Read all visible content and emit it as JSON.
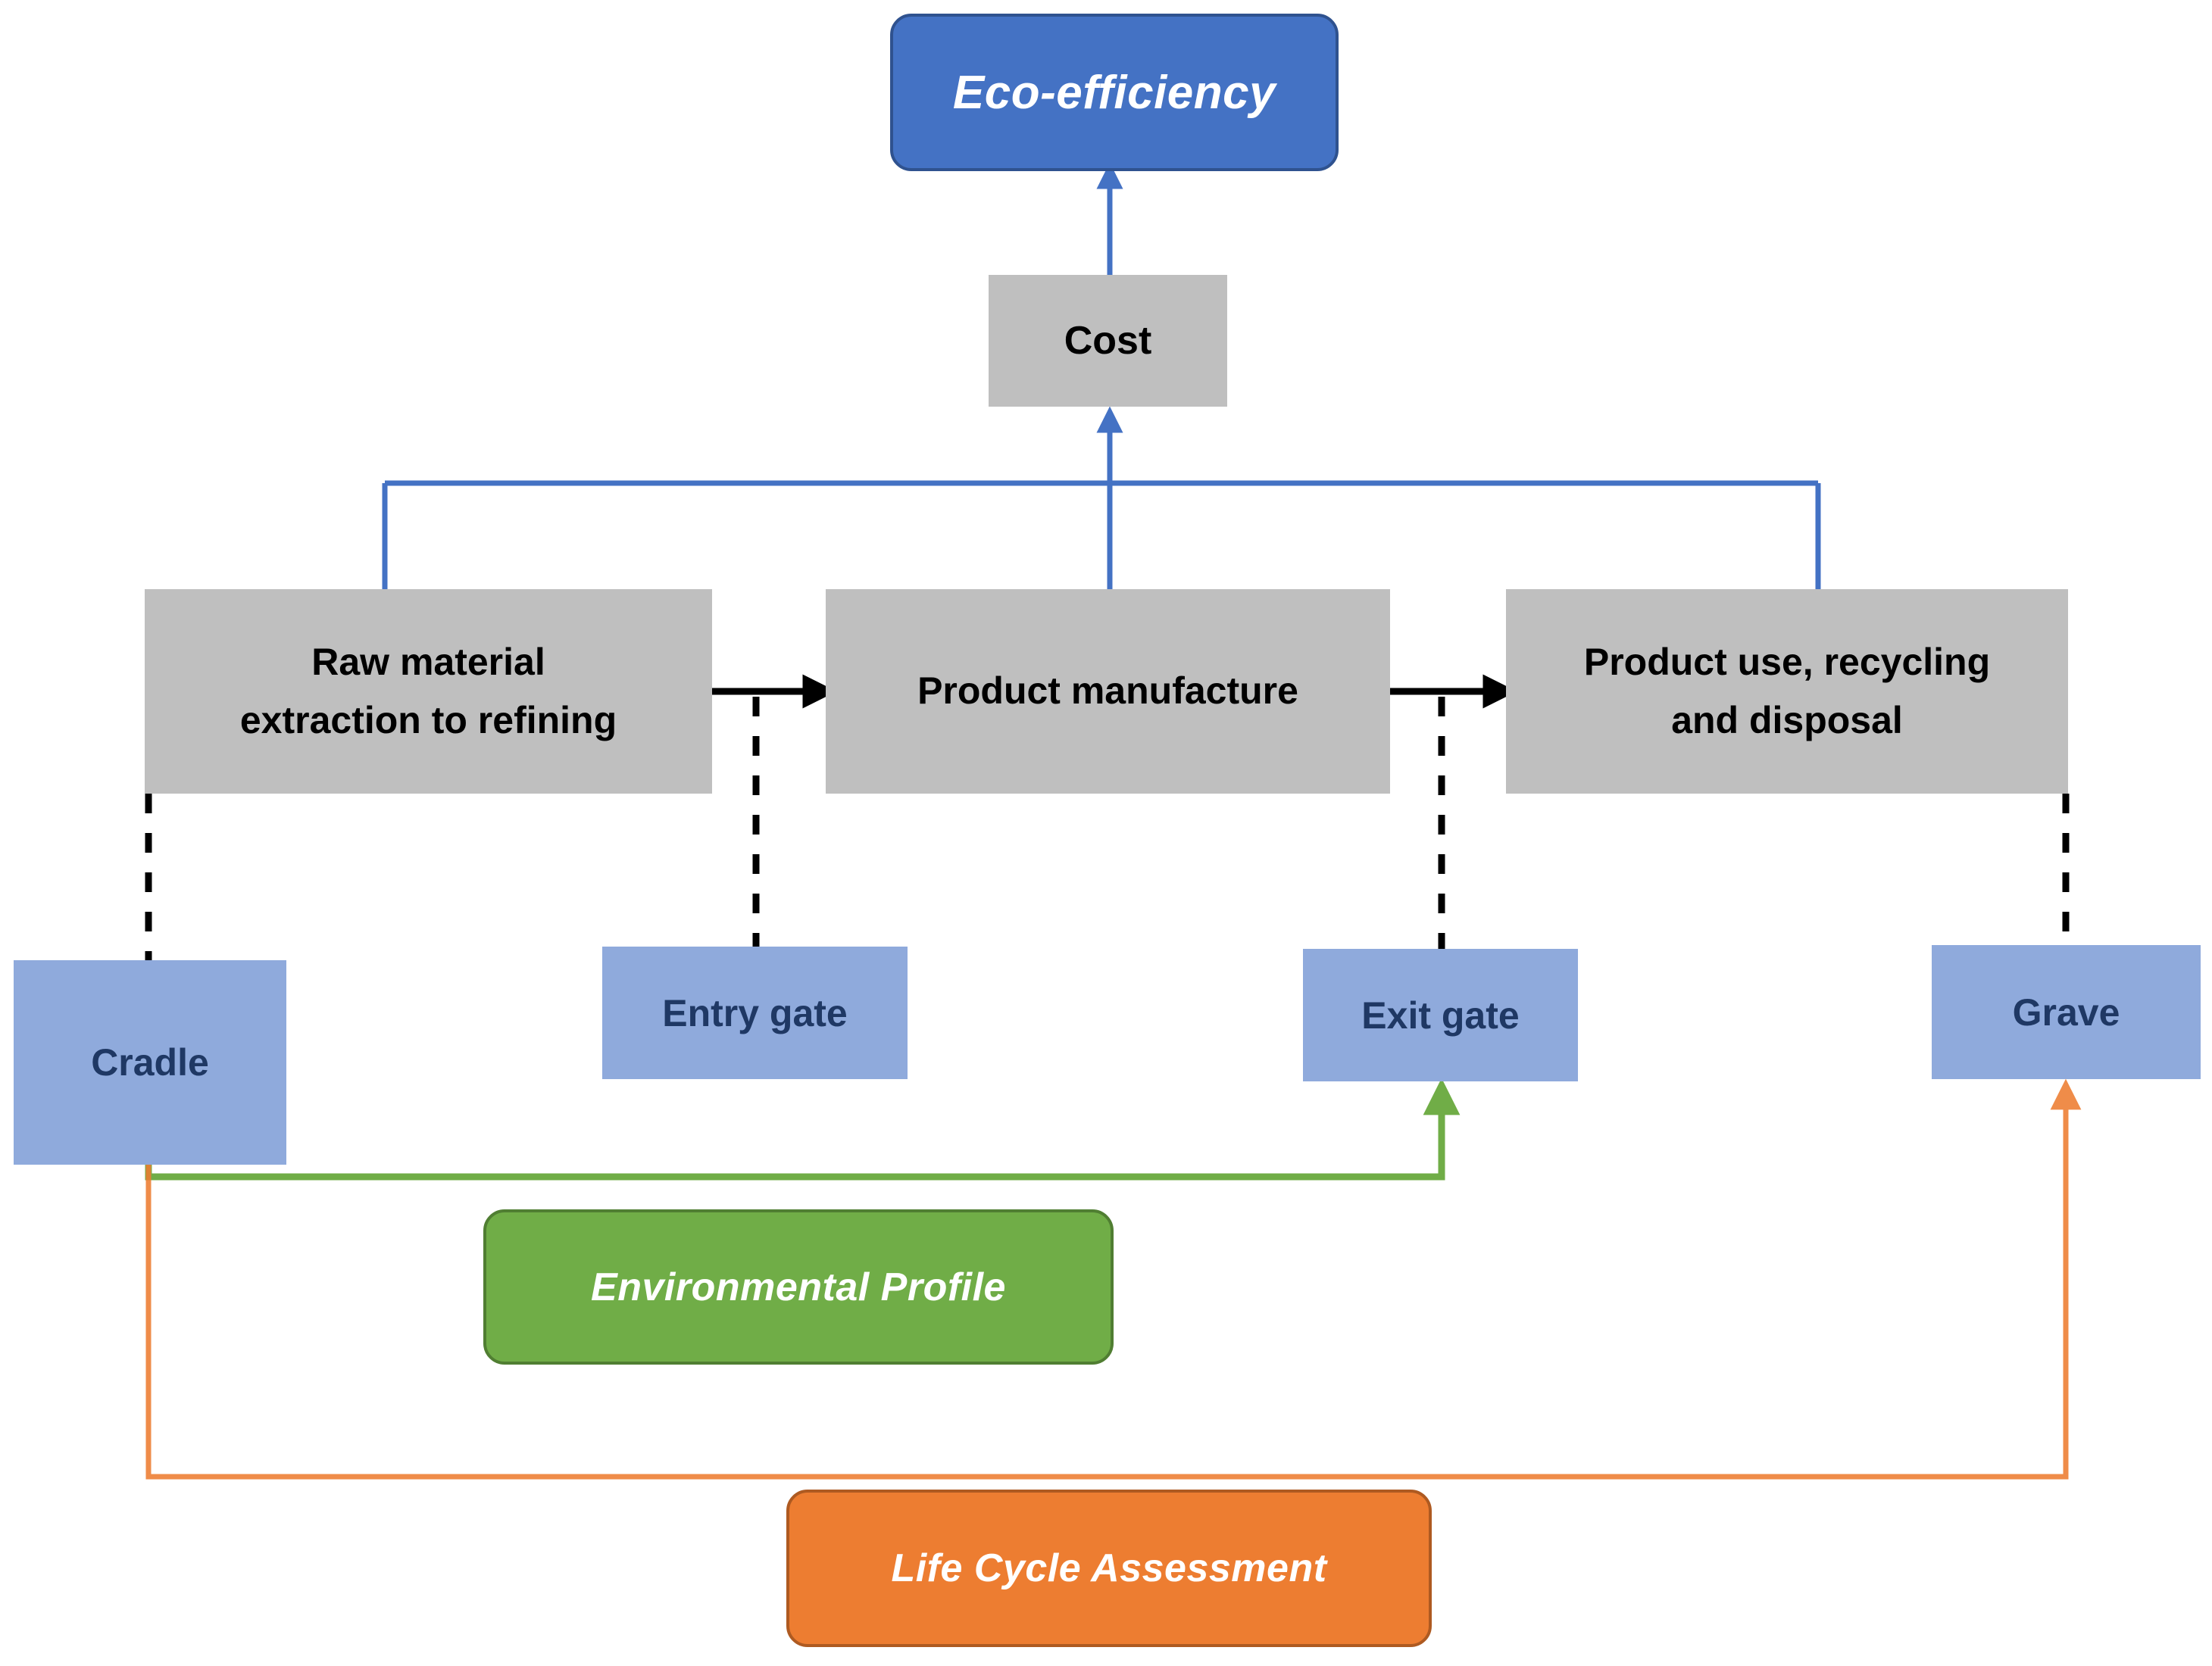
{
  "diagram": {
    "title_node": {
      "label": "Eco-efficiency"
    },
    "cost_node": {
      "label": "Cost"
    },
    "lifecycle_stages": [
      {
        "id": "raw-material",
        "label": "Raw material\nextraction to refining"
      },
      {
        "id": "product-manufacture",
        "label": "Product manufacture"
      },
      {
        "id": "product-use",
        "label": "Product use, recycling\nand disposal"
      }
    ],
    "boundary_gates": [
      {
        "id": "cradle",
        "label": "Cradle"
      },
      {
        "id": "entry-gate",
        "label": "Entry gate"
      },
      {
        "id": "exit-gate",
        "label": "Exit gate"
      },
      {
        "id": "grave",
        "label": "Grave"
      }
    ],
    "assessment_scopes": [
      {
        "id": "environmental-profile",
        "label": "Environmental Profile",
        "from": "cradle",
        "to": "exit-gate"
      },
      {
        "id": "life-cycle-assessment",
        "label": "Life Cycle Assessment",
        "from": "cradle",
        "to": "grave"
      }
    ],
    "colors": {
      "eco_blue": "#4472c4",
      "eco_blue_border": "#2f528f",
      "gray_box": "#bfbfbf",
      "gate_blue": "#8faadc",
      "gate_text": "#1f3864",
      "green": "#70ad47",
      "orange": "#ed7d31",
      "connector_blue": "#4472c4",
      "flow_black": "#000000"
    }
  }
}
